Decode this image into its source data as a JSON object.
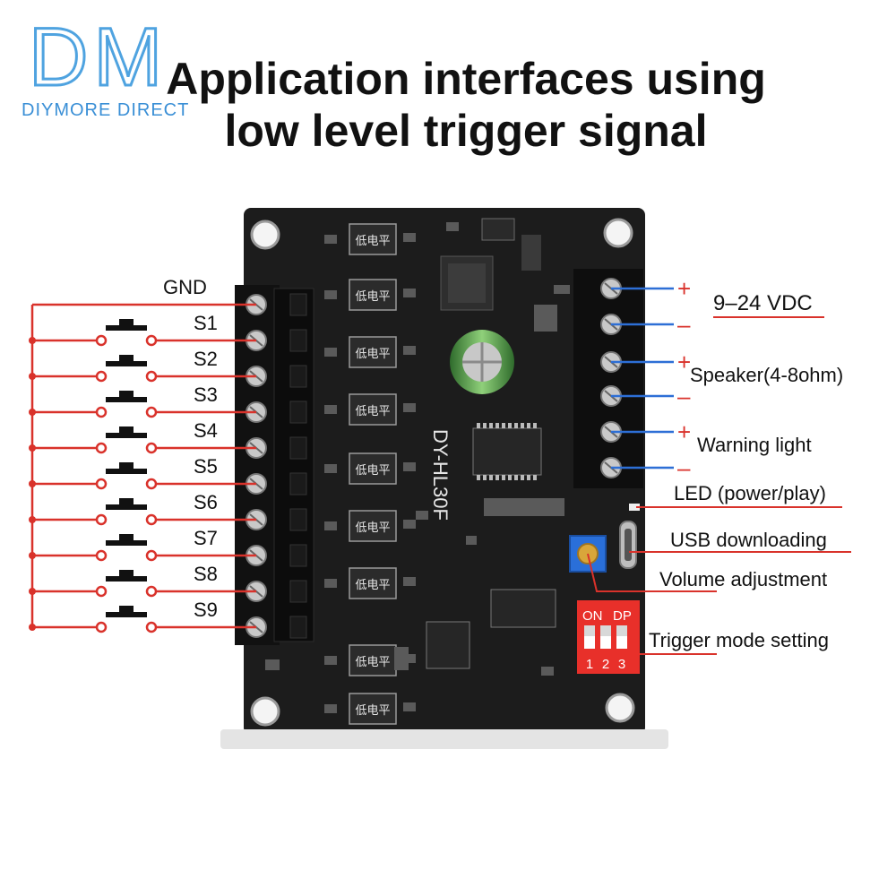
{
  "logo": {
    "mark": "DM",
    "brand": "DIYMORE DIRECT"
  },
  "title": {
    "line1": "Application interfaces using",
    "line2": "low level trigger signal"
  },
  "board": {
    "model": "DY-HL30F",
    "chip_label": "低电平",
    "dip_on": "ON",
    "dip_dp": "DP",
    "dip_numbers": [
      "1",
      "2",
      "3"
    ]
  },
  "left_labels": {
    "gnd": "GND",
    "switches": [
      "S1",
      "S2",
      "S3",
      "S4",
      "S5",
      "S6",
      "S7",
      "S8",
      "S9"
    ]
  },
  "right_labels": {
    "power": "9–24 VDC",
    "speaker": "Speaker(4-8ohm)",
    "warning": "Warning light",
    "led": "LED (power/play)",
    "usb": "USB downloading",
    "volume": "Volume adjustment",
    "trigger": "Trigger mode setting",
    "plus": "+",
    "minus": "–"
  },
  "colors": {
    "wire_red": "#d9322b",
    "wire_blue": "#2d6fd6",
    "board": "#1c1c1c",
    "dip": "#e8302a",
    "pot": "#2a6fd9"
  }
}
